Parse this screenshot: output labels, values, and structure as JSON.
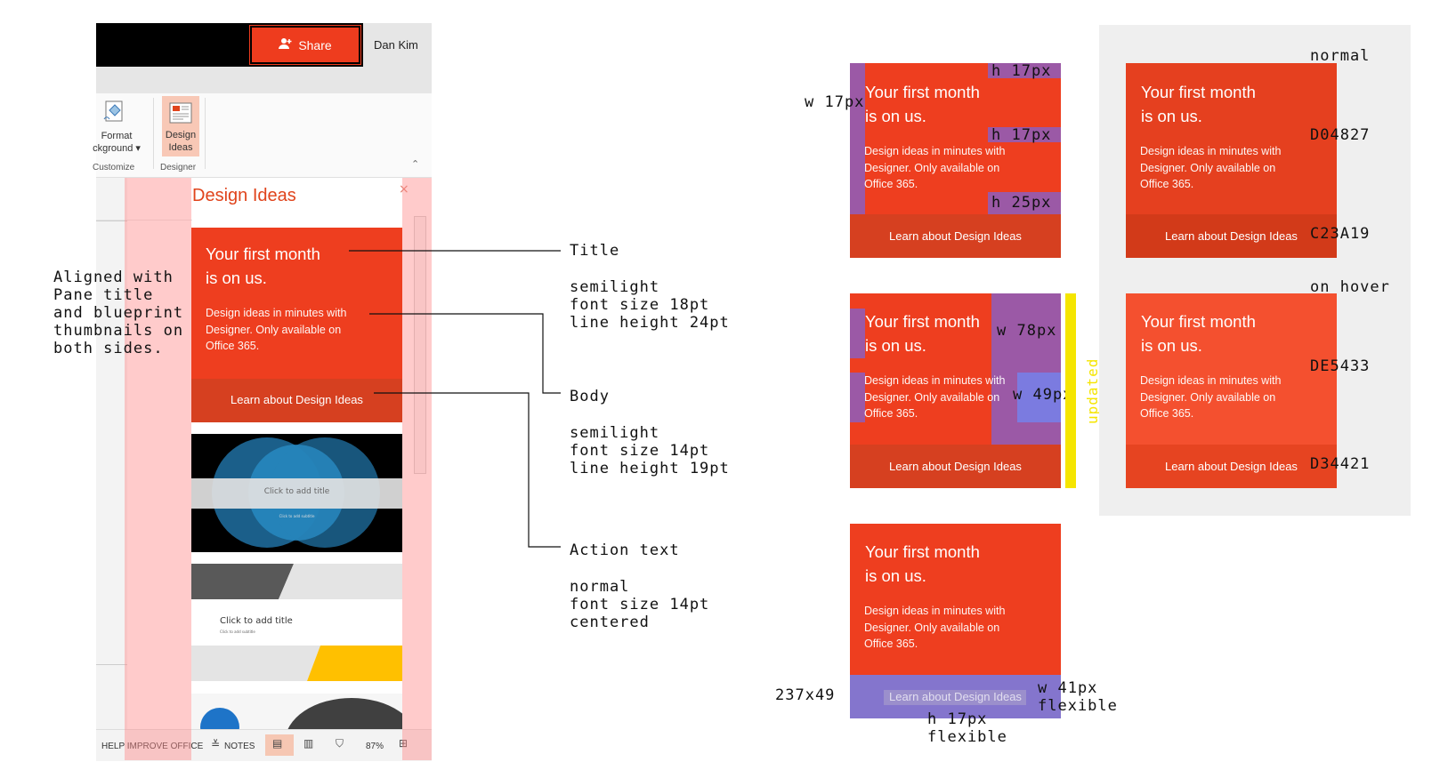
{
  "app": {
    "share_label": "Share",
    "user_name": "Dan Kim",
    "ribbon": {
      "format_label": "Format\nckground ▾",
      "design_label": "Design Ideas",
      "group_customize": "Customize",
      "group_designer": "Designer"
    },
    "pane": {
      "title": "Design Ideas",
      "close": "×"
    },
    "thumb1_title": "Click to add title",
    "thumb1_sub": "Click to add subtitle",
    "thumb2_title": "Click to add title",
    "thumb2_sub": "Click to add subtitle",
    "status": {
      "help": "HELP IMPROVE OFFICE",
      "notes": "NOTES",
      "zoom": "87%"
    }
  },
  "card": {
    "title": "Your first month\nis on us.",
    "body": "Design ideas in minutes with\nDesigner. Only available on\nOffice 365.",
    "action": "Learn about Design Ideas"
  },
  "annotations": {
    "aligned": "Aligned with\nPane title\nand blueprint\nthumbnails on\nboth sides.",
    "title_head": "Title",
    "title_spec": "semilight\nfont size 18pt\nline height 24pt",
    "body_head": "Body",
    "body_spec": "semilight\nfont size 14pt\nline height 19pt",
    "action_head": "Action text",
    "action_spec": "normal\nfont size 14pt\ncentered"
  },
  "measures": {
    "w17": "w 17px",
    "h17a": "h 17px",
    "h17b": "h 17px",
    "h25": "h 25px",
    "w78": "w 78px",
    "w49": "w 49px",
    "updated": "updated",
    "size": "237x49",
    "w41": "w 41px\nflexible",
    "h17flex": "h 17px\nflexible"
  },
  "states": {
    "normal_label": "normal",
    "hover_label": "on hover",
    "normal_top_hex": "D04827",
    "normal_bot_hex": "C23A19",
    "hover_top_hex": "DE5433",
    "hover_bot_hex": "D34421"
  },
  "colors": {
    "accent": "#ee3e1f",
    "action_bg": "#d64020",
    "normal_top": "#e5401f",
    "normal_bot": "#d23a19",
    "hover_top": "#f4502f",
    "hover_bot": "#e64421",
    "purple": "#9b59a6",
    "blue": "#7b7be0",
    "yellow": "#f5e500"
  }
}
